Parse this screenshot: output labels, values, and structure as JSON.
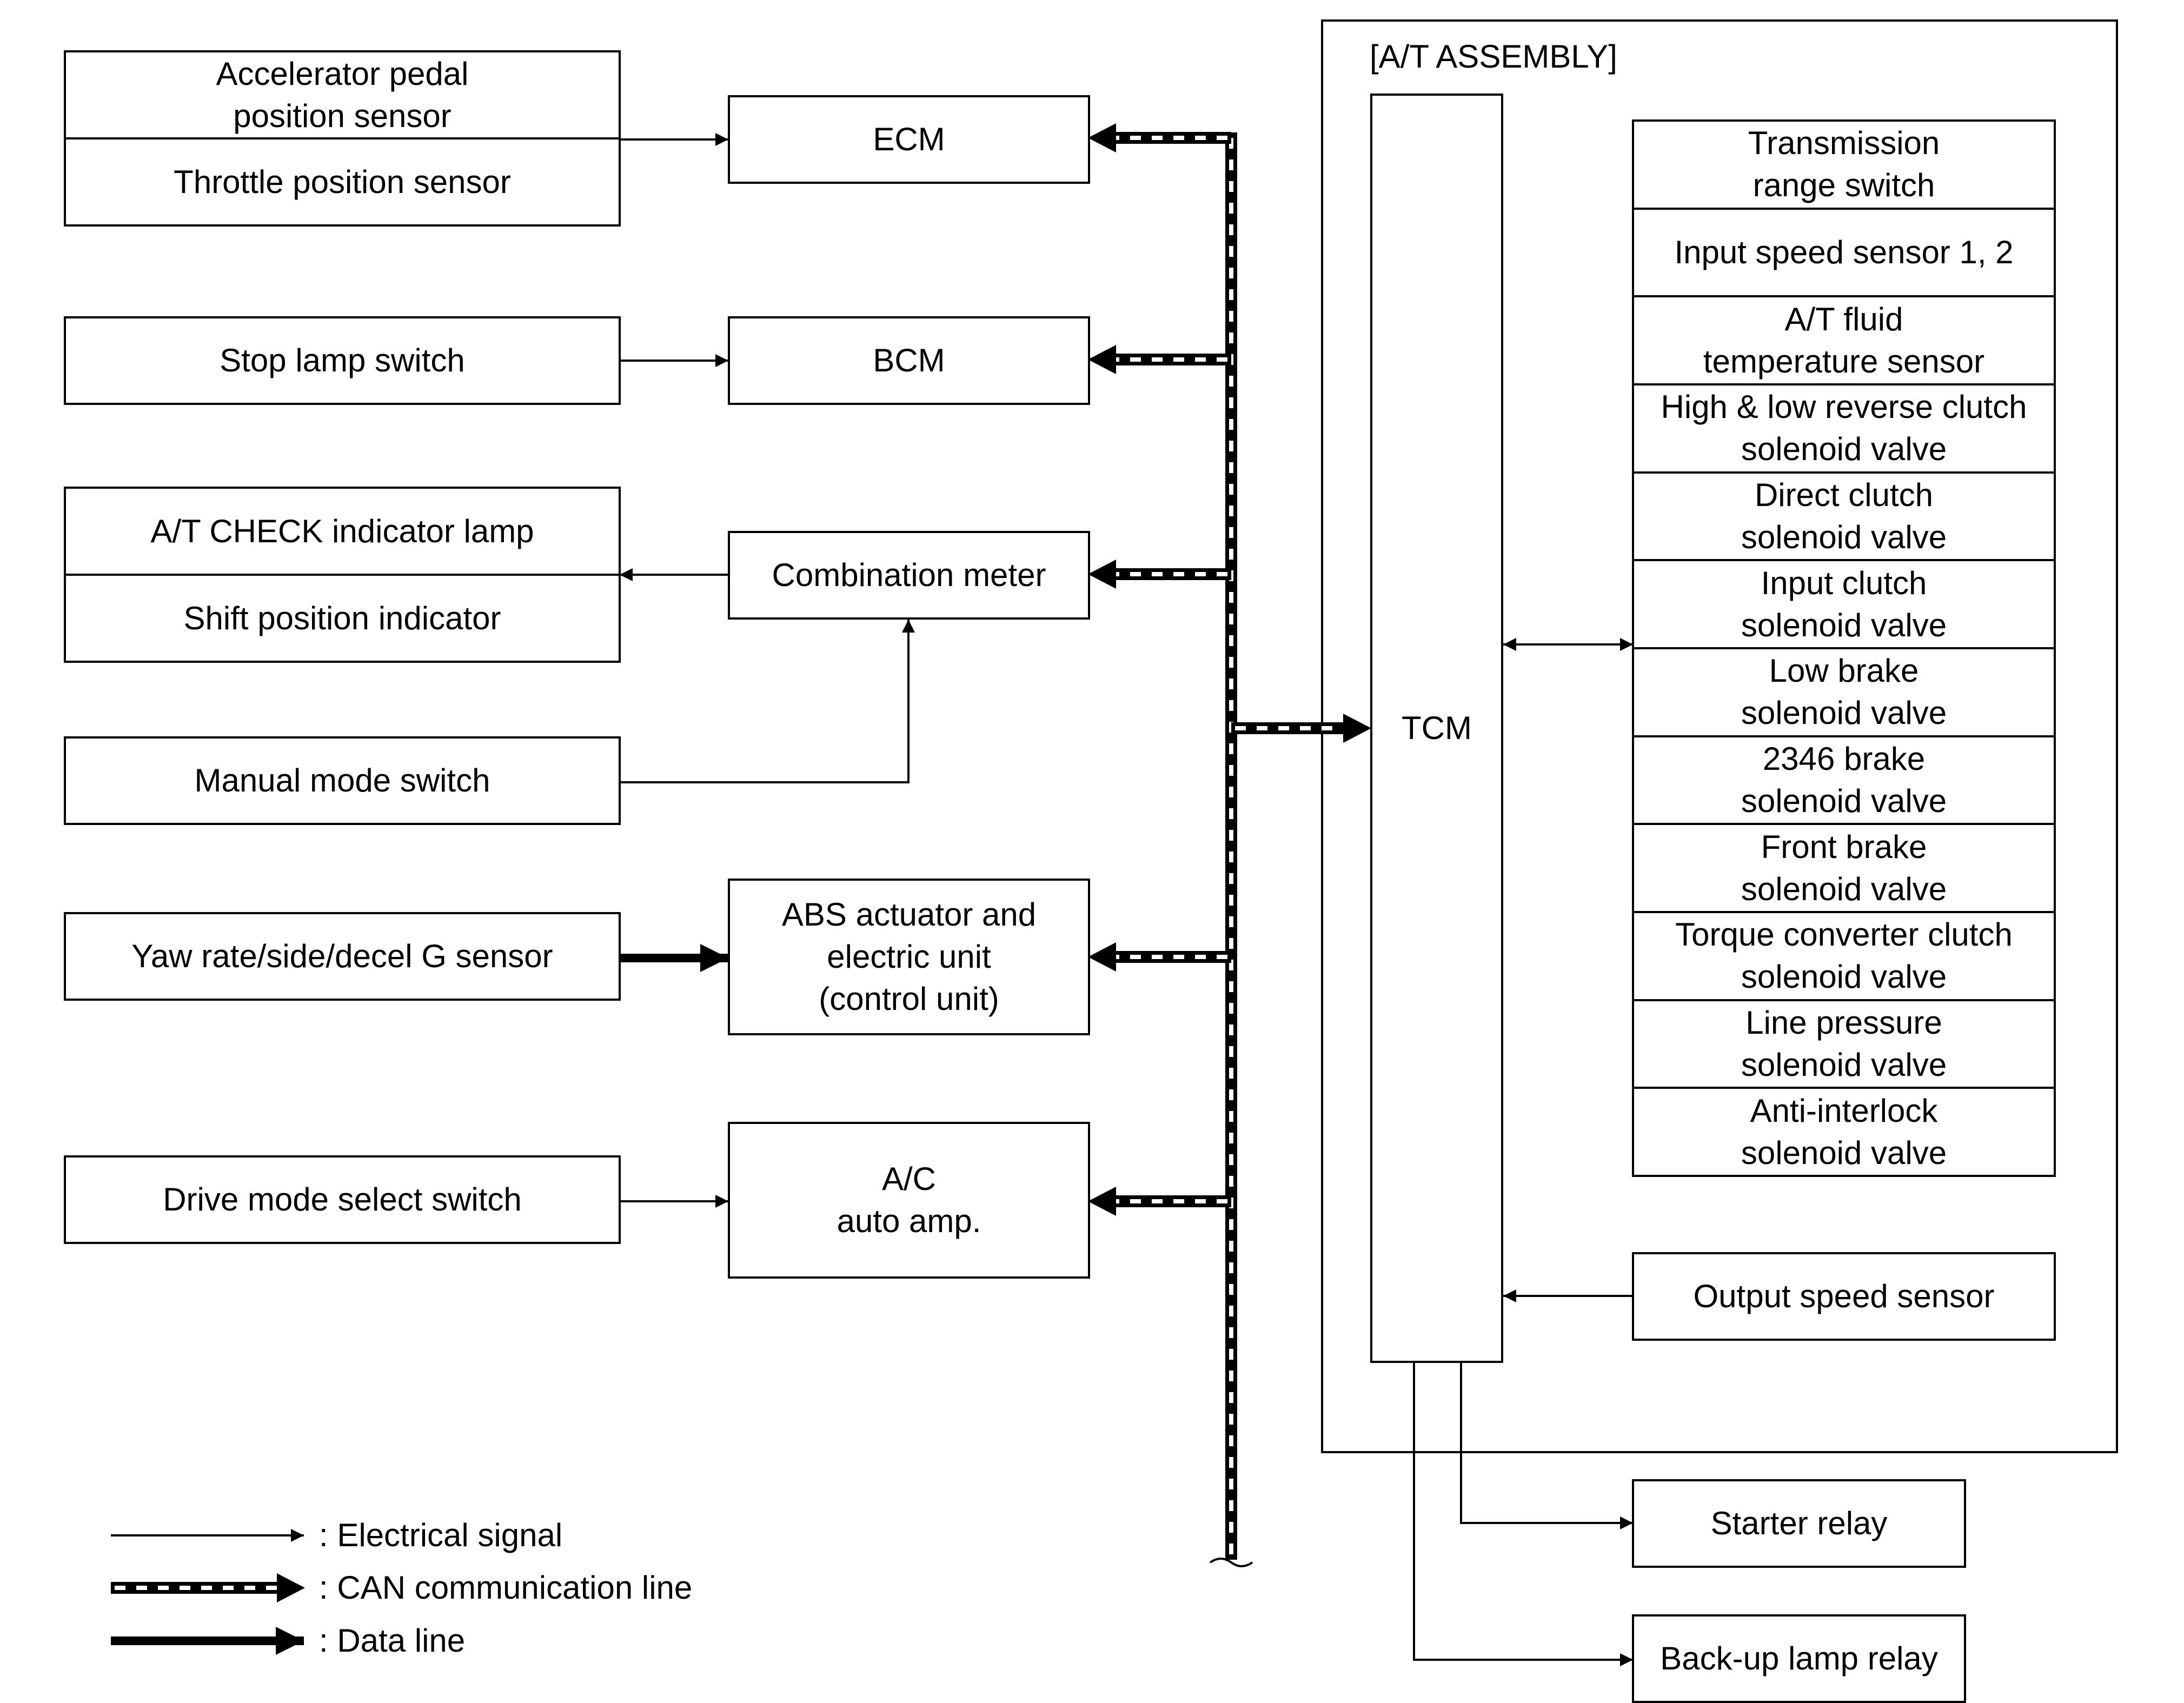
{
  "assembly_label": "[A/T ASSEMBLY]",
  "inputs": {
    "accelerator_pedal_sensor": "Accelerator pedal\nposition sensor",
    "throttle_position_sensor": "Throttle position sensor",
    "stop_lamp_switch": "Stop lamp switch",
    "at_check_indicator_lamp": "A/T CHECK indicator lamp",
    "shift_position_indicator": "Shift position indicator",
    "manual_mode_switch": "Manual mode switch",
    "yaw_rate_sensor": "Yaw rate/side/decel G sensor",
    "drive_mode_select_switch": "Drive mode select switch"
  },
  "units": {
    "ecm": "ECM",
    "bcm": "BCM",
    "combination_meter": "Combination meter",
    "abs_unit": "ABS actuator and\nelectric unit\n(control unit)",
    "ac_auto_amp": "A/C\nauto amp."
  },
  "tcm": "TCM",
  "at_components": [
    "Transmission\nrange switch",
    "Input speed sensor 1, 2",
    "A/T fluid\ntemperature sensor",
    "High & low reverse clutch\nsolenoid valve",
    "Direct clutch\nsolenoid valve",
    "Input clutch\nsolenoid valve",
    "Low brake\nsolenoid valve",
    "2346 brake\nsolenoid valve",
    "Front brake\nsolenoid valve",
    "Torque converter clutch\nsolenoid valve",
    "Line pressure\nsolenoid valve",
    "Anti-interlock\nsolenoid valve"
  ],
  "output_speed_sensor": "Output speed sensor",
  "starter_relay": "Starter relay",
  "backup_lamp_relay": "Back-up lamp relay",
  "legend": {
    "electrical_signal": ": Electrical signal",
    "can_line": ": CAN communication line",
    "data_line": ": Data line"
  }
}
